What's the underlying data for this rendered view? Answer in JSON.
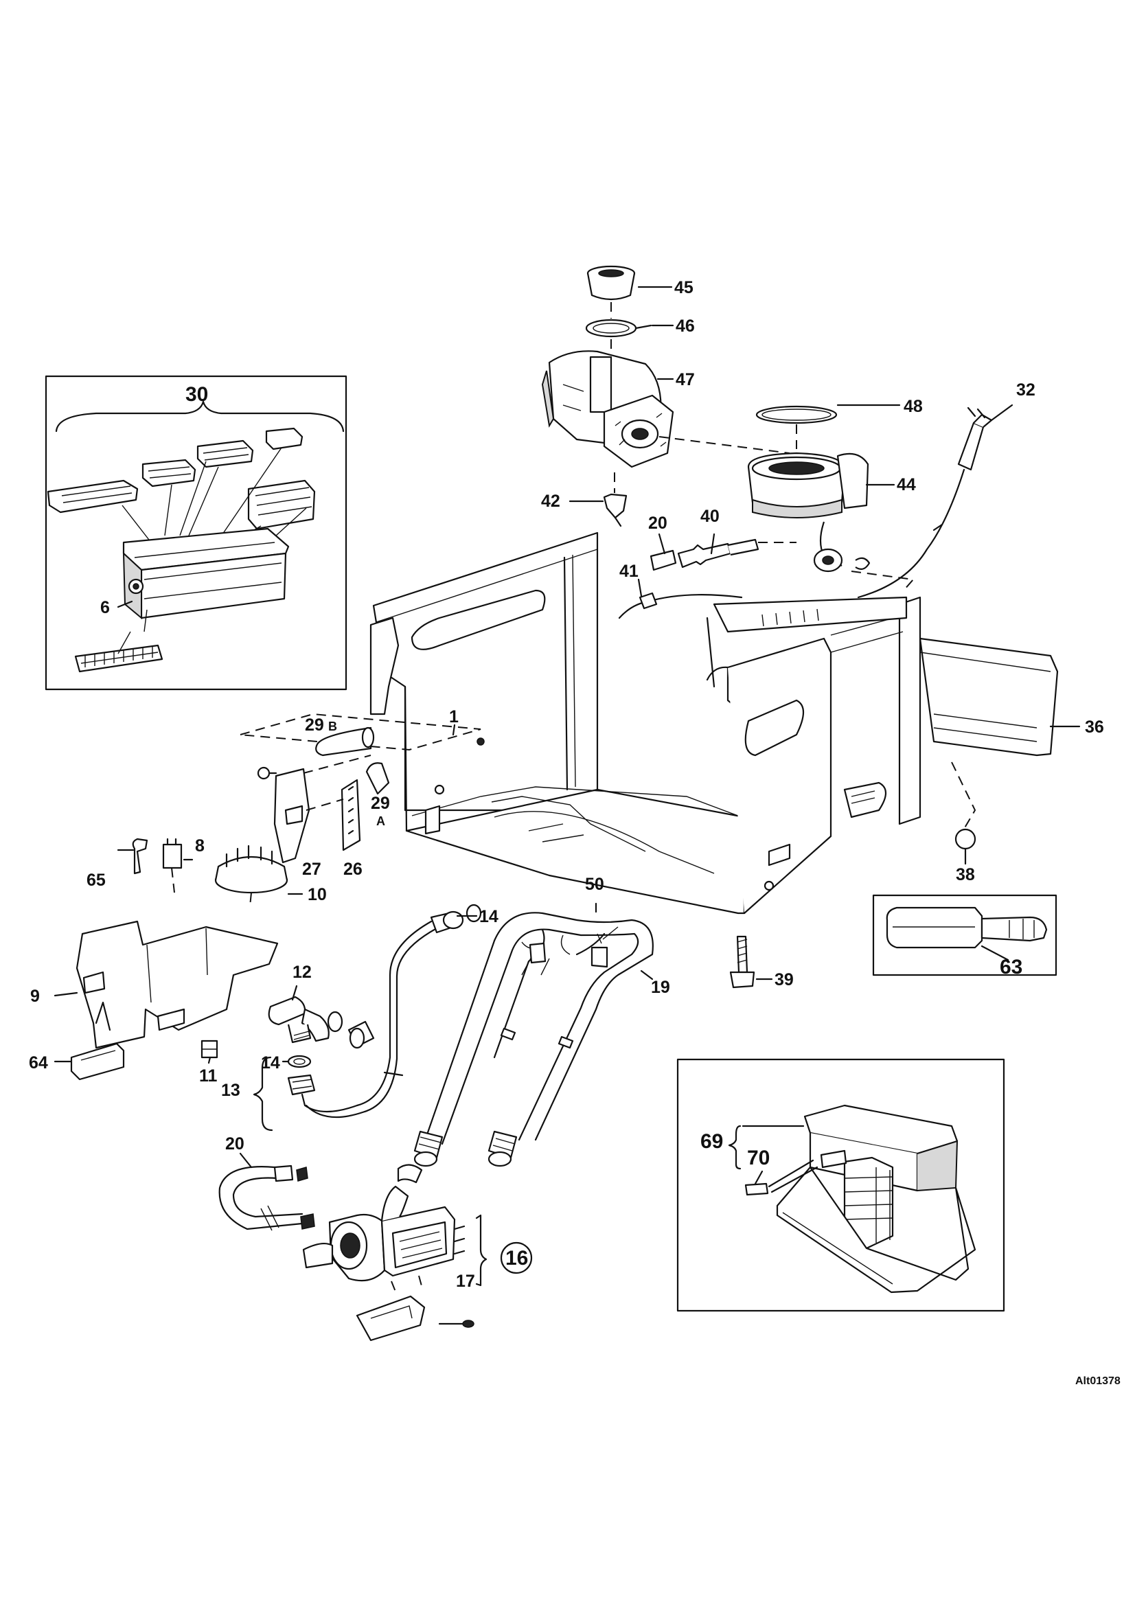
{
  "drawing_ref": "Alt01378",
  "labels": {
    "l45": "45",
    "l46": "46",
    "l47": "47",
    "l48": "48",
    "l44": "44",
    "l42": "42",
    "l32": "32",
    "l30": "30",
    "l6": "6",
    "l20a": "20",
    "l40": "40",
    "l41": "41",
    "l1": "1",
    "l29b": "29",
    "l29b_sub": "B",
    "l29a": "29",
    "l29a_sub": "A",
    "l27": "27",
    "l26": "26",
    "l36": "36",
    "l38": "38",
    "l8": "8",
    "l65": "65",
    "l10": "10",
    "l14a": "14",
    "l50": "50",
    "l63": "63",
    "l39": "39",
    "l9": "9",
    "l12": "12",
    "l19": "19",
    "l64": "64",
    "l14b": "14",
    "l11": "11",
    "l13": "13",
    "l20b": "20",
    "l69": "69",
    "l70": "70",
    "l16": "16",
    "l17": "17"
  }
}
